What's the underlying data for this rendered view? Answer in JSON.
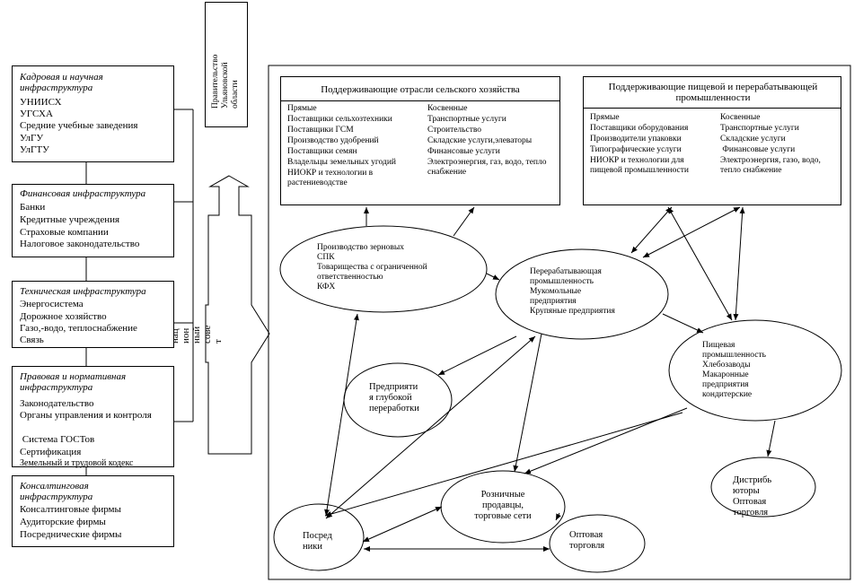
{
  "government": "Правительство\nУльяновской\nобласти",
  "council": "Коо\nрди\nнац\nион\nный\nсове\nт",
  "infrastructure": [
    {
      "title": "Кадровая и научная инфраструктура",
      "items": [
        "УНИИСХ",
        "УГСХА",
        "Средние учебные заведения",
        "УлГУ",
        "УлГТУ"
      ]
    },
    {
      "title": "Финансовая инфраструктура",
      "items": [
        "Банки",
        "Кредитные учреждения",
        "Страховые компании",
        "Налоговое законодательство"
      ]
    },
    {
      "title": "Техническая инфраструктура",
      "items": [
        "Энергосистема",
        "Дорожное хозяйство",
        "Газо,-водо, теплоснабжение",
        "Связь"
      ]
    },
    {
      "title": "Правовая и нормативная инфраструктура",
      "items": [
        "Законодательство",
        "Органы управления и контроля",
        " Система ГОСТов",
        "Сертификация",
        "Земельный и трудовой кодекс"
      ]
    },
    {
      "title": "Консалтинговая инфраструктура",
      "items": [
        "Консалтинговые фирмы",
        "Аудиторские фирмы",
        "Посреднические фирмы"
      ]
    }
  ],
  "agri_support": {
    "title": "Поддерживающие отрасли сельского хозяйства",
    "direct_title": "Прямые",
    "direct": [
      "Поставщики сельхозтехники",
      "Поставщики ГСМ",
      "Производство удобрений",
      "Поставщики семян",
      "Владельцы земельных угодий",
      "НИОКР и технологии в растениеводстве"
    ],
    "indirect_title": "Косвенные",
    "indirect": [
      "Транспортные услуги",
      "Строительство",
      "Складские услуги,элеваторы",
      "Финансовые услуги",
      "Электроэнергия, газ, водо, тепло снабжение"
    ]
  },
  "food_support": {
    "title": "Поддерживающие пищевой и перерабатывающей промышленности",
    "direct_title": "Прямые",
    "direct": [
      "Поставщики оборудования",
      "Производители упаковки",
      "Типографические услуги",
      "НИОКР и технологии для пищевой промышленности"
    ],
    "indirect_title": "Косвенные",
    "indirect": [
      "Транспортные услуги",
      "Складские услуги",
      " Финансовые услуги",
      "Электроэнергия, газо, водо, тепло снабжение"
    ]
  },
  "nodes": {
    "grain": "Производство зерновых\nСПК\nТоварищества с ограниченной\nответственностью\nКФХ",
    "processing": "Перерабатывающая\nпромышленность\nМукомольные\nпредприятия\nКрупяные предприятия",
    "food": "Пищевая\nпромышленность\nХлебозаводы\nМакаронные\nпредприятия\nкондитерские",
    "deep": "Предприяти\nя глубокой\nпереработки",
    "retail": "Розничные\nпродавцы,\nторговые сети",
    "intermediaries": "Посред\nники",
    "wholesale": "Оптовая\nторговля",
    "distributors": "Дистрибь\nюторы\nОптовая\nторговля"
  }
}
